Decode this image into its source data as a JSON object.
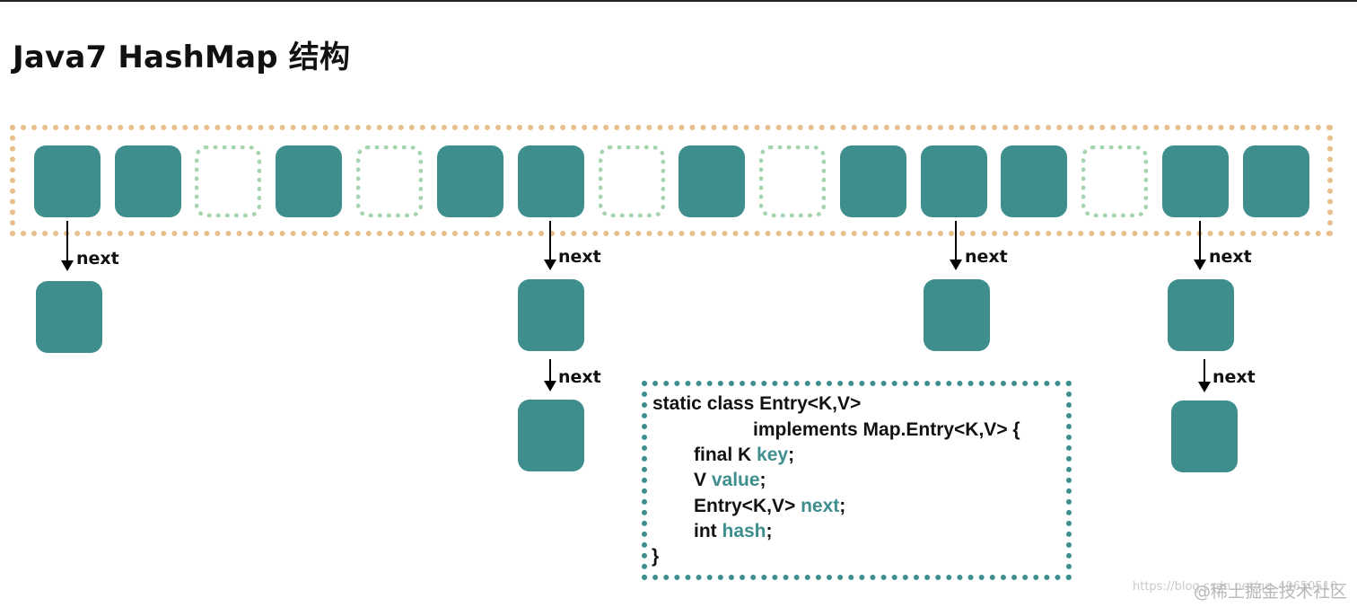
{
  "title": "Java7 HashMap 结构",
  "buckets": [
    {
      "state": "filled"
    },
    {
      "state": "filled"
    },
    {
      "state": "empty"
    },
    {
      "state": "filled"
    },
    {
      "state": "empty"
    },
    {
      "state": "filled"
    },
    {
      "state": "filled"
    },
    {
      "state": "empty"
    },
    {
      "state": "filled"
    },
    {
      "state": "empty"
    },
    {
      "state": "filled"
    },
    {
      "state": "filled"
    },
    {
      "state": "filled"
    },
    {
      "state": "empty"
    },
    {
      "state": "filled"
    },
    {
      "state": "filled"
    }
  ],
  "chains": [
    {
      "bucket_index": 0,
      "length": 1
    },
    {
      "bucket_index": 6,
      "length": 2
    },
    {
      "bucket_index": 11,
      "length": 1
    },
    {
      "bucket_index": 14,
      "length": 2
    }
  ],
  "link_label": "next",
  "code": {
    "line1": "static class Entry<K,V>",
    "line2": "implements Map.Entry<K,V> {",
    "line3_prefix": "final K ",
    "line3_field": "key",
    "line4_prefix": "V ",
    "line4_field": "value",
    "line5_prefix": "Entry<K,V> ",
    "line5_field": "next",
    "line6_prefix": "int ",
    "line6_field": "hash",
    "semicolon": ";",
    "closing": "}"
  },
  "watermark": "https://blog.csdn.net/qq_40650510",
  "watermark_site": "@稀土掘金技术社区",
  "colors": {
    "node": "#3e8e8e",
    "empty_bucket": "#a6d4ae",
    "array_frame": "#e8bf8a",
    "code_highlight": "#3e8e8e"
  }
}
